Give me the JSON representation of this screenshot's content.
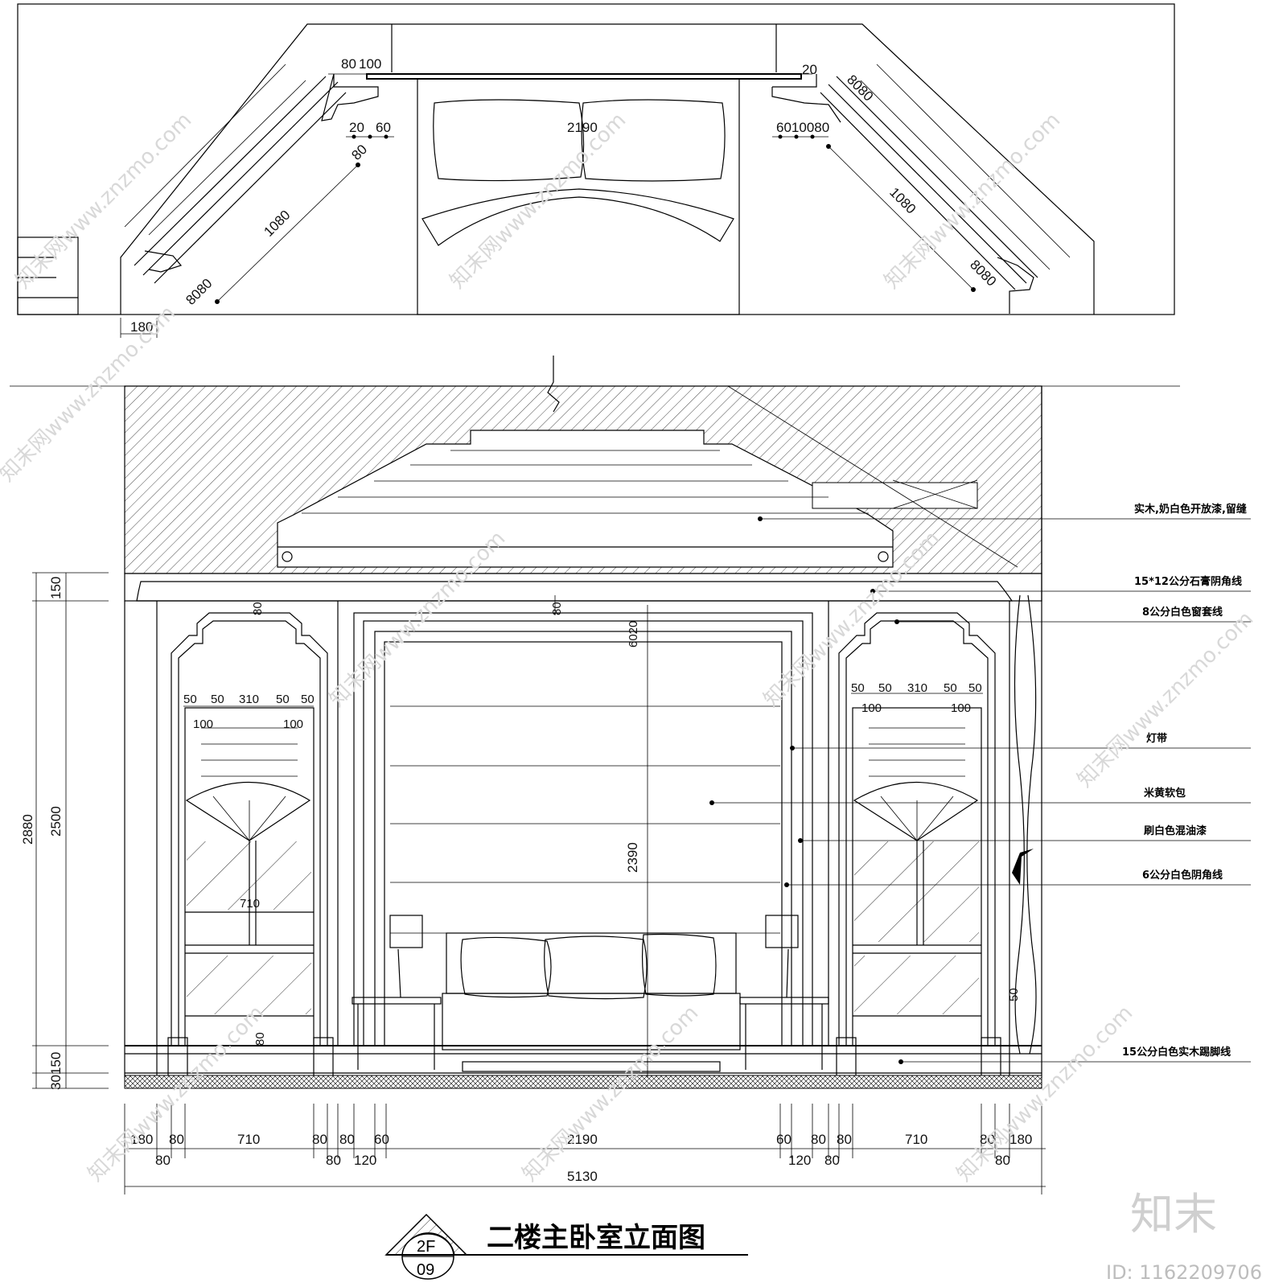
{
  "title": "二楼主卧室立面图",
  "symbol": {
    "top": "2F",
    "bottom": "09"
  },
  "brand": {
    "logo": "知末",
    "id": "ID: 1162209706"
  },
  "watermark": "知末网www.znzmo.com",
  "plan_dims": {
    "d80": "80",
    "d100": "100",
    "d20": "20",
    "d60": "60",
    "d2190": "2190",
    "d1080": "1080",
    "d180": "180",
    "d8080": "8080",
    "d6010080": "6010080"
  },
  "elev_dims": {
    "left_vertical": {
      "total": "2880",
      "d2500": "2500",
      "d150": "150",
      "d30150": "30150"
    },
    "window": {
      "a": "50",
      "b": "50",
      "c": "310",
      "d": "50",
      "e": "50",
      "f": "100",
      "g": "100",
      "w710": "710"
    },
    "center": {
      "top80": "80",
      "d6020": "6020",
      "h2390": "2390"
    },
    "bottom_chain": [
      "180",
      "80",
      "710",
      "80",
      "80",
      "60",
      "2190",
      "60",
      "80",
      "80",
      "710",
      "80",
      "180"
    ],
    "bottom_sub": [
      "80",
      "80",
      "120",
      "120",
      "80",
      "80"
    ],
    "total": "5130",
    "misc": {
      "d80a": "80",
      "d80b": "80",
      "d50": "50"
    }
  },
  "notes": [
    "实木,奶白色开放漆,留缝",
    "15*12公分石膏阴角线",
    "8公分白色窗套线",
    "灯带",
    "米黄软包",
    "刷白色混油漆",
    "6公分白色阴角线",
    "15公分白色实木踢脚线"
  ]
}
